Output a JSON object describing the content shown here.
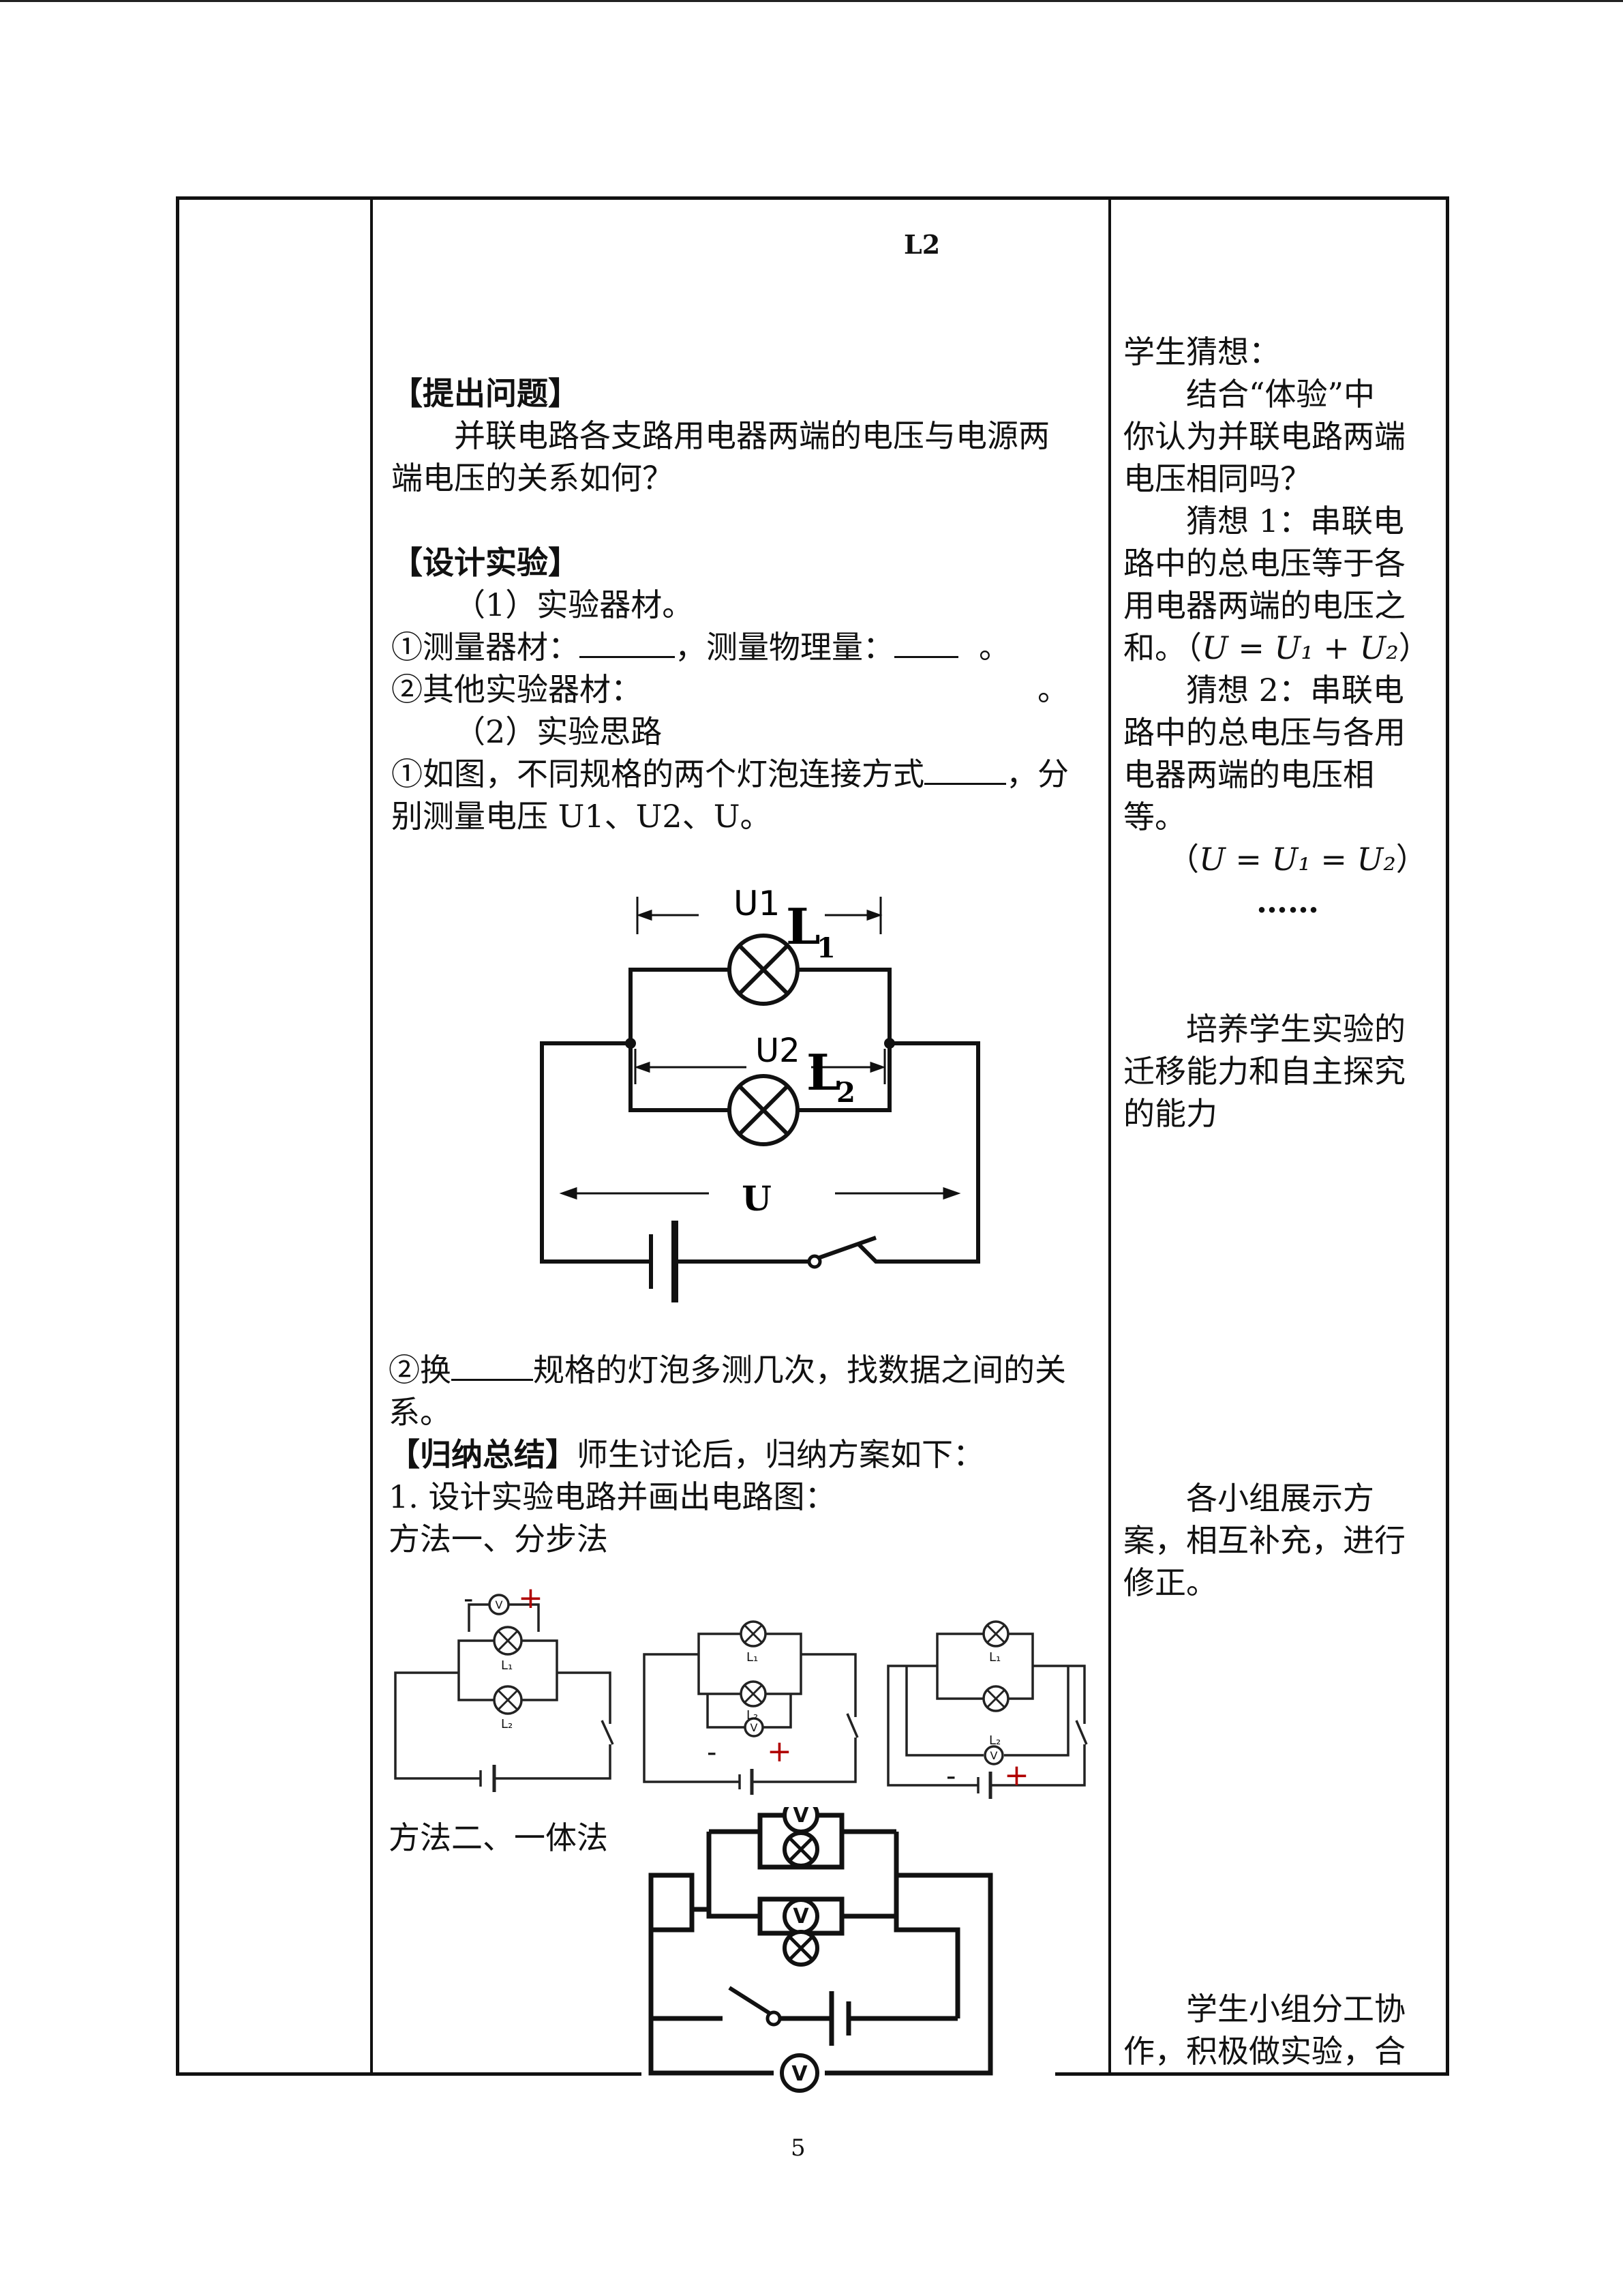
{
  "top_label": "L2",
  "mid": {
    "raise_question_heading": "【提出问题】",
    "question_line1": "并联电路各支路用电器两端的电压与电源两",
    "question_line2": "端电压的关系如何？",
    "design_heading": "【设计实验】",
    "item1": "（1）实验器材。",
    "equip_a_prefix": "①测量器材：",
    "equip_a_mid": "，测量物理量：",
    "equip_a_end": "。",
    "equip_b_prefix": "②其他实验器材：",
    "equip_b_end": "。",
    "item2": "（2）实验思路",
    "idea1_prefix": "①如图，不同规格的两个灯泡连接方式",
    "idea1_end": "，分",
    "idea1_line2": "别测量电压 U1、U2、U。",
    "idea2_prefix": "②换",
    "idea2_suffix": "规格的灯泡多测几次，找数据之间的关",
    "idea2_line2": "系。",
    "summary_heading": "【归纳总结】",
    "summary_text": "师生讨论后，归纳方案如下：",
    "step1": "1.  设计实验电路并画出电路图：",
    "method1": "方法一、分步法",
    "method2": "方法二、一体法"
  },
  "circuit_main": {
    "u1": "U1",
    "u2": "U2",
    "l1_letter": "L",
    "l1_sub": "1",
    "l2_letter": "L",
    "l2_sub": "2",
    "u": "U"
  },
  "small_circuits": {
    "l1": "L₁",
    "l2": "L₂",
    "minus": "-",
    "plus": "+",
    "v": "V"
  },
  "integrated": {
    "v": "V"
  },
  "right": {
    "guess_title": "学生猜想：",
    "g_l1": "结合“体验”中",
    "g_l2": "你认为并联电路两端",
    "g_l3": "电压相同吗？",
    "h1_l1": "猜想 1：串联电",
    "h1_l2": "路中的总电压等于各",
    "h1_l3": "用电器两端的电压之",
    "h1_l4_prefix": "和。（",
    "h1_formula": "U = U₁ + U₂",
    "h1_l4_suffix": "）",
    "h2_l1": "猜想 2：串联电",
    "h2_l2": "路中的总电压与各用",
    "h2_l3": "电器两端的电压相",
    "h2_l4": "等。",
    "h2_formula_prefix": "（",
    "h2_formula": "U = U₁ = U₂",
    "h2_formula_suffix": "）",
    "ellipsis": "……",
    "c_l1": "培养学生实验的",
    "c_l2": "迁移能力和自主探究",
    "c_l3": "的能力",
    "d_l1": "各小组展示方",
    "d_l2": "案，相互补充，进行",
    "d_l3": "修正。",
    "e_l1": "学生小组分工协",
    "e_l2": "作，积极做实验，合"
  },
  "page_number": "5"
}
